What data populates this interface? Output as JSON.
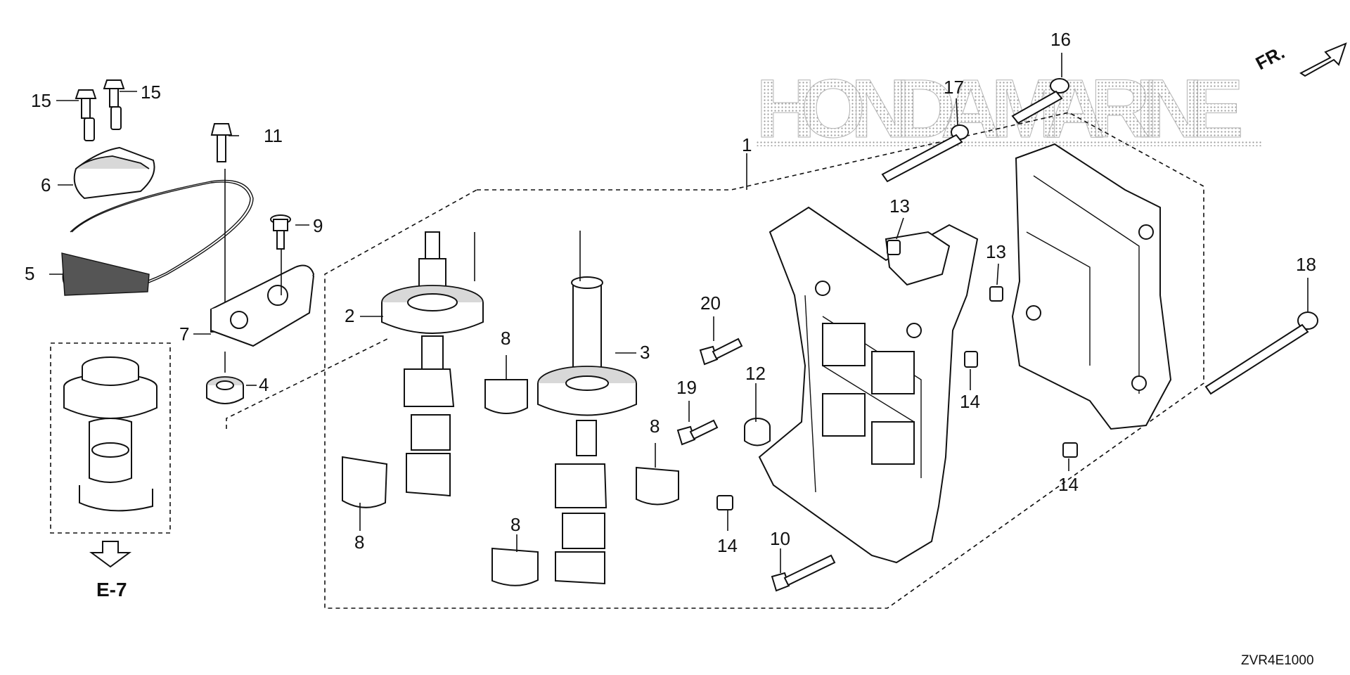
{
  "watermark": "HONDA MARINE",
  "direction_label": "FR.",
  "reference_label": "E-7",
  "diagram_code": "ZVR4E1000",
  "callouts": {
    "c1": "1",
    "c2": "2",
    "c3": "3",
    "c4": "4",
    "c5": "5",
    "c6": "6",
    "c7": "7",
    "c8a": "8",
    "c8b": "8",
    "c8c": "8",
    "c8d": "8",
    "c9": "9",
    "c10": "10",
    "c11": "11",
    "c12": "12",
    "c13a": "13",
    "c13b": "13",
    "c14a": "14",
    "c14b": "14",
    "c14c": "14",
    "c15a": "15",
    "c15b": "15",
    "c16": "16",
    "c17": "17",
    "c18": "18",
    "c19": "19",
    "c20": "20"
  }
}
